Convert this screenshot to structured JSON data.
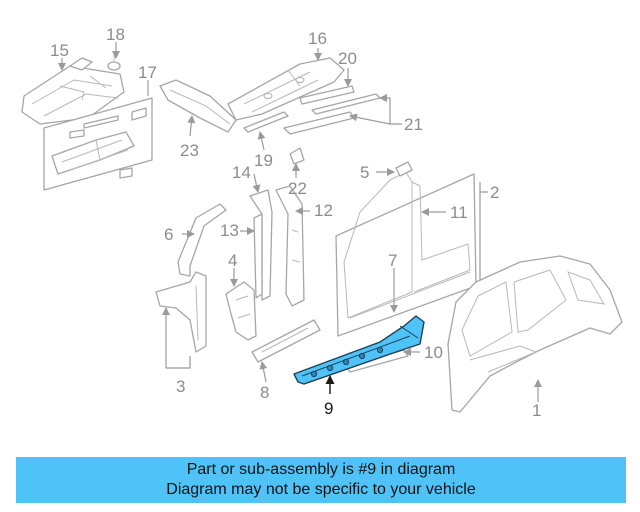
{
  "callouts": {
    "c1": "1",
    "c2": "2",
    "c3": "3",
    "c4": "4",
    "c5": "5",
    "c6": "6",
    "c7": "7",
    "c8": "8",
    "c9": "9",
    "c10": "10",
    "c11": "11",
    "c12": "12",
    "c13": "13",
    "c14": "14",
    "c15": "15",
    "c16": "16",
    "c17": "17",
    "c18": "18",
    "c19": "19",
    "c20": "20",
    "c21": "21",
    "c22": "22",
    "c23": "23"
  },
  "highlighted_part": "9",
  "banner": {
    "line1": "Part or sub-assembly is #9 in diagram",
    "line2": "Diagram may not be specific to your vehicle"
  },
  "colors": {
    "highlight": "#4fc3f7",
    "banner_bg": "#4fc3f7",
    "line_art": "#a6a6a6"
  }
}
